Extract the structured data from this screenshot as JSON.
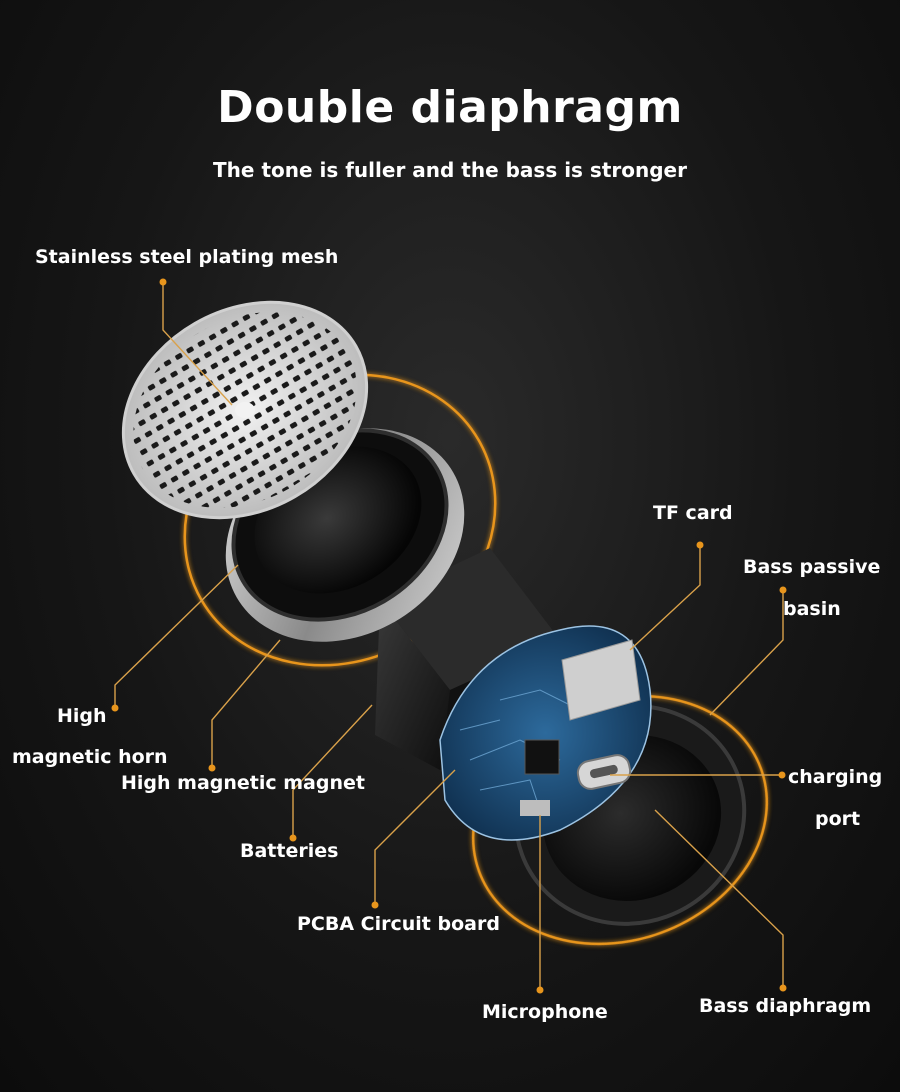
{
  "header": {
    "title": "Double diaphragm",
    "subtitle": "The tone is fuller and the bass is stronger"
  },
  "labels": {
    "mesh": "Stainless steel plating mesh",
    "tf_card": "TF card",
    "bass_passive_1": "Bass passive",
    "bass_passive_2": "basin",
    "high_horn_1": "High",
    "high_horn_2": "magnetic horn",
    "magnet": "High magnetic magnet",
    "charging_1": "charging",
    "charging_2": "port",
    "batteries": "Batteries",
    "pcba": "PCBA Circuit board",
    "microphone": "Microphone",
    "bass_diaphragm": "Bass diaphragm"
  },
  "colors": {
    "accent": "#e8951c",
    "text": "#ffffff",
    "background": "#161616",
    "pcb": "#1d4e7a"
  }
}
